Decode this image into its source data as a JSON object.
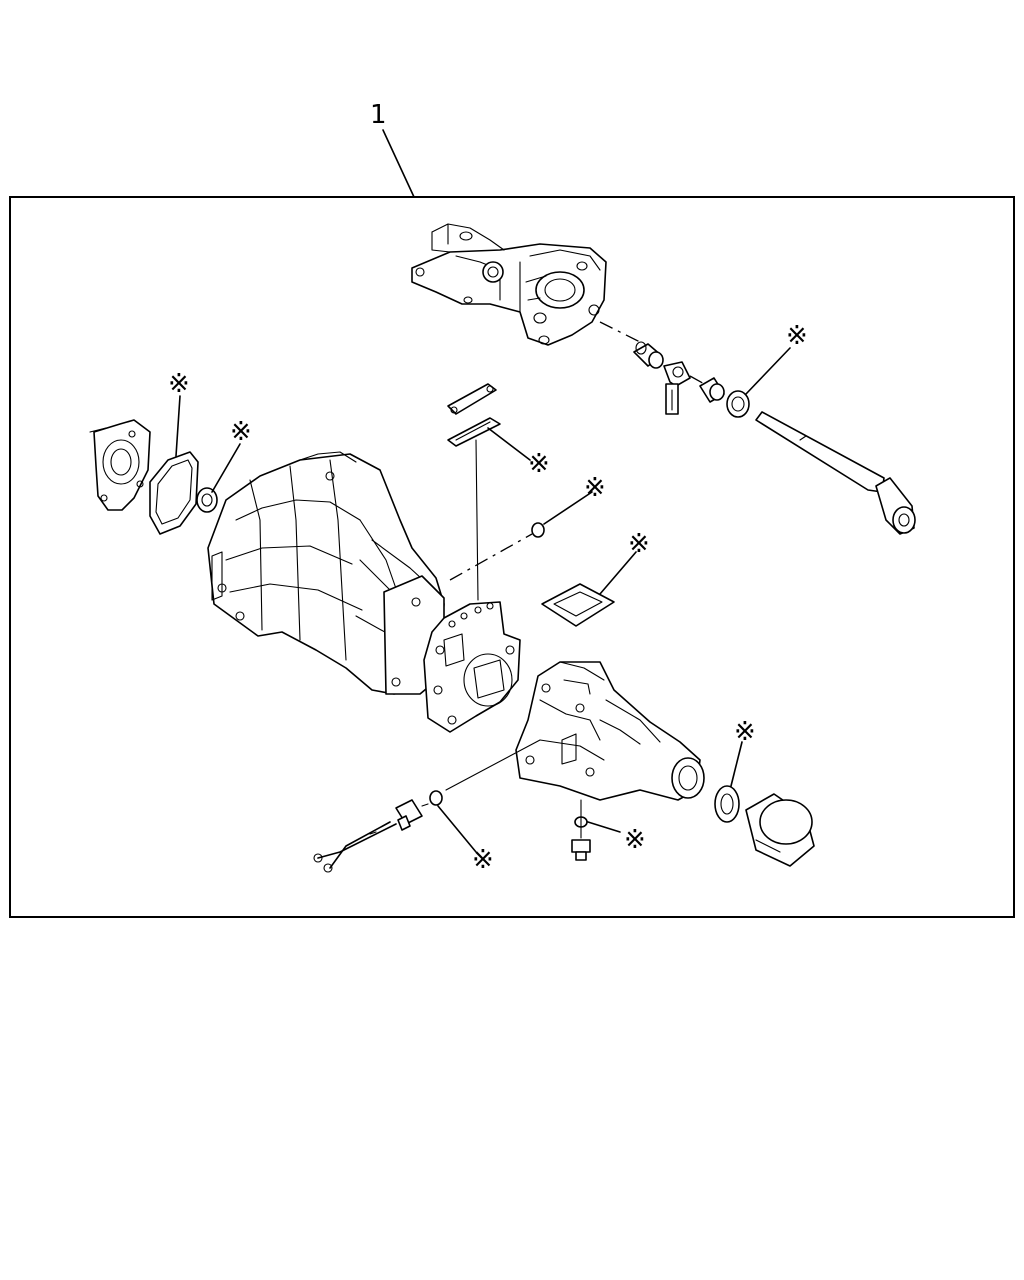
{
  "callout": {
    "number": "1"
  },
  "kit_marker": "※",
  "colors": {
    "line": "#000000",
    "background": "#ffffff"
  },
  "parts": [
    "gear-shift-housing",
    "shift-bushing",
    "shift-lever-joint",
    "shift-bushing-small",
    "shift-rod-oil-seal",
    "shift-rod",
    "rear-cover",
    "rear-cover-gasket",
    "input-oil-seal",
    "transmission-case",
    "interlock-plate",
    "interlock-gasket",
    "o-ring",
    "intermediate-plate",
    "control-cover-gasket",
    "extension-housing",
    "speed-sensor",
    "sensor-washer",
    "drain-plug-washer",
    "drain-plug",
    "rear-oil-seal",
    "dust-cover"
  ]
}
